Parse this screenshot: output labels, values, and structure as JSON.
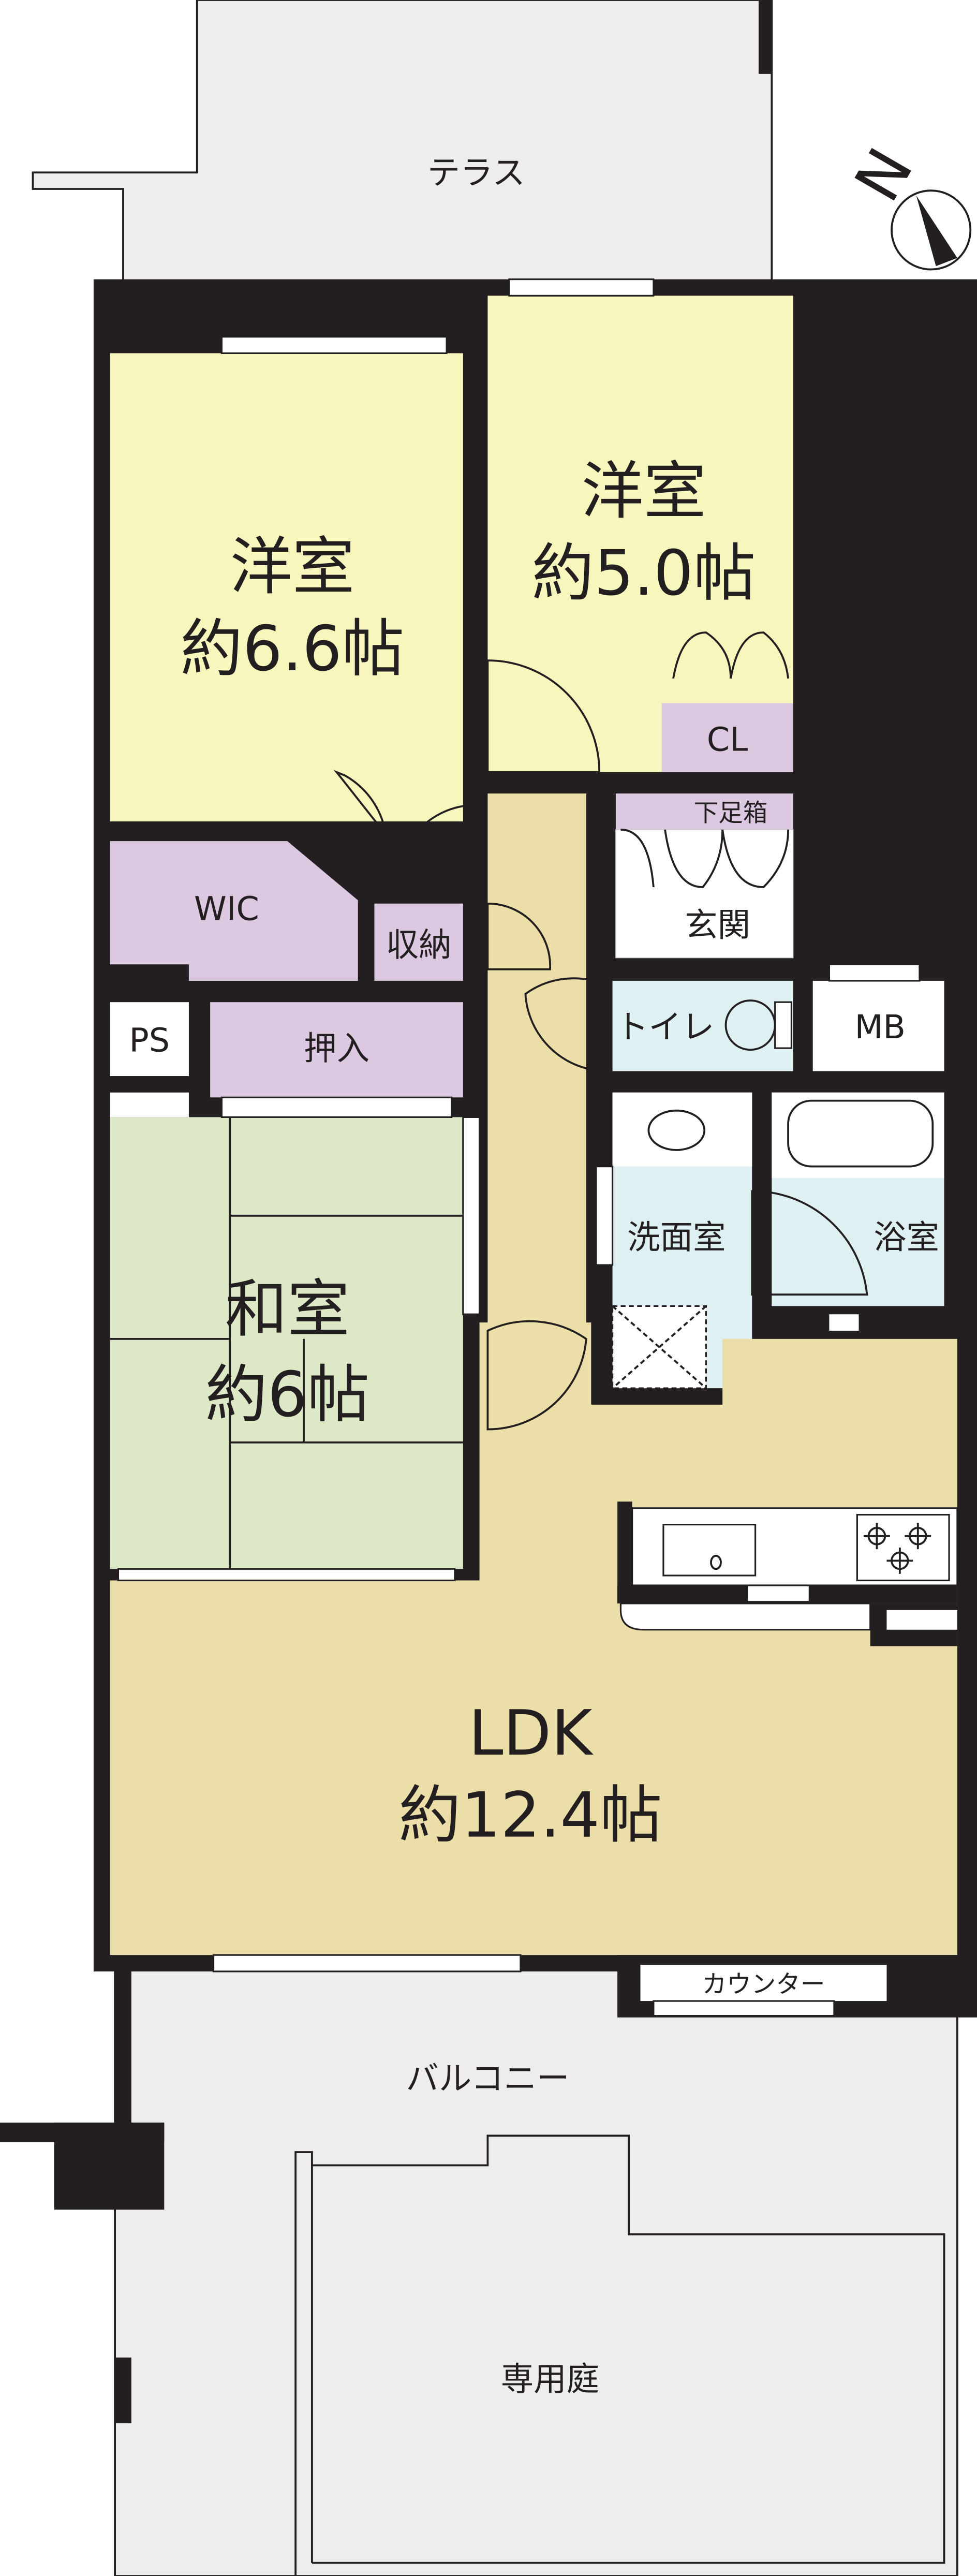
{
  "plan": {
    "compass_letter": "N",
    "terrace": "テラス",
    "balcony": "バルコニー",
    "garden": "専用庭",
    "counter": "カウンター",
    "rooms": {
      "western1": {
        "name": "洋室",
        "size": "約6.6帖"
      },
      "western2": {
        "name": "洋室",
        "size": "約5.0帖"
      },
      "japanese": {
        "name": "和室",
        "size": "約6帖"
      },
      "ldk": {
        "name": "LDK",
        "size": "約12.4帖"
      },
      "closet": "CL",
      "shoe_cabinet": "下足箱",
      "entrance": "玄関",
      "wic": "WIC",
      "storage": "収納",
      "ps": "PS",
      "oshiire": "押入",
      "toilet": "トイレ",
      "mb": "MB",
      "washroom": "洗面室",
      "bathroom": "浴室"
    }
  },
  "colors": {
    "western": "#f7f6bd",
    "storage": "#dcc8e0",
    "japanese": "#dde9c6",
    "ldk": "#ecdea8",
    "water": "#dff0f2",
    "exterior": "#eeedeb",
    "wall": "#231f20"
  }
}
